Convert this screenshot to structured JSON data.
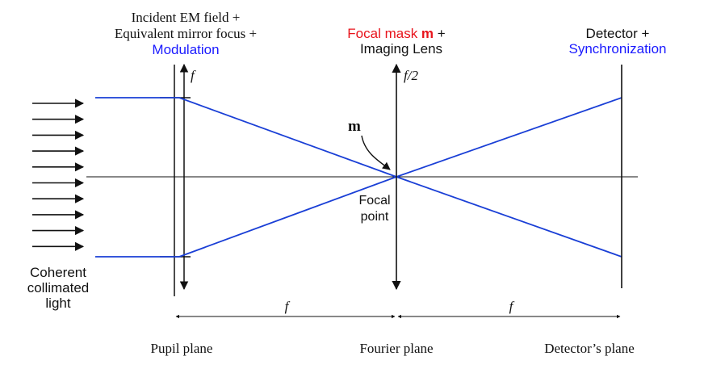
{
  "labels": {
    "incident_line1": "Incident EM field +",
    "incident_line2": "Equivalent mirror focus +",
    "incident_line3": "Modulation",
    "focal_mask_part1": "Focal mask ",
    "focal_mask_symbol": "m",
    "focal_mask_part2": " +",
    "imaging_lens": "Imaging Lens",
    "detector_line1": "Detector +",
    "detector_line2": "Synchronization",
    "pupil_f": "f",
    "lens_f_half": "f/2",
    "mask_pointer": "m",
    "focal_point_line1": "Focal",
    "focal_point_line2": "point",
    "light_line1": "Coherent",
    "light_line2": "collimated",
    "light_line3": "light",
    "dist_left": "f",
    "dist_right": "f",
    "pupil_plane": "Pupil plane",
    "fourier_plane": "Fourier plane",
    "detector_plane": "Detector’s plane"
  },
  "colors": {
    "ray": "#1a3fd6",
    "line": "#111111",
    "blue_text": "#1a1aff",
    "red_text": "#e8141c"
  },
  "incident_arrow_count": 10
}
